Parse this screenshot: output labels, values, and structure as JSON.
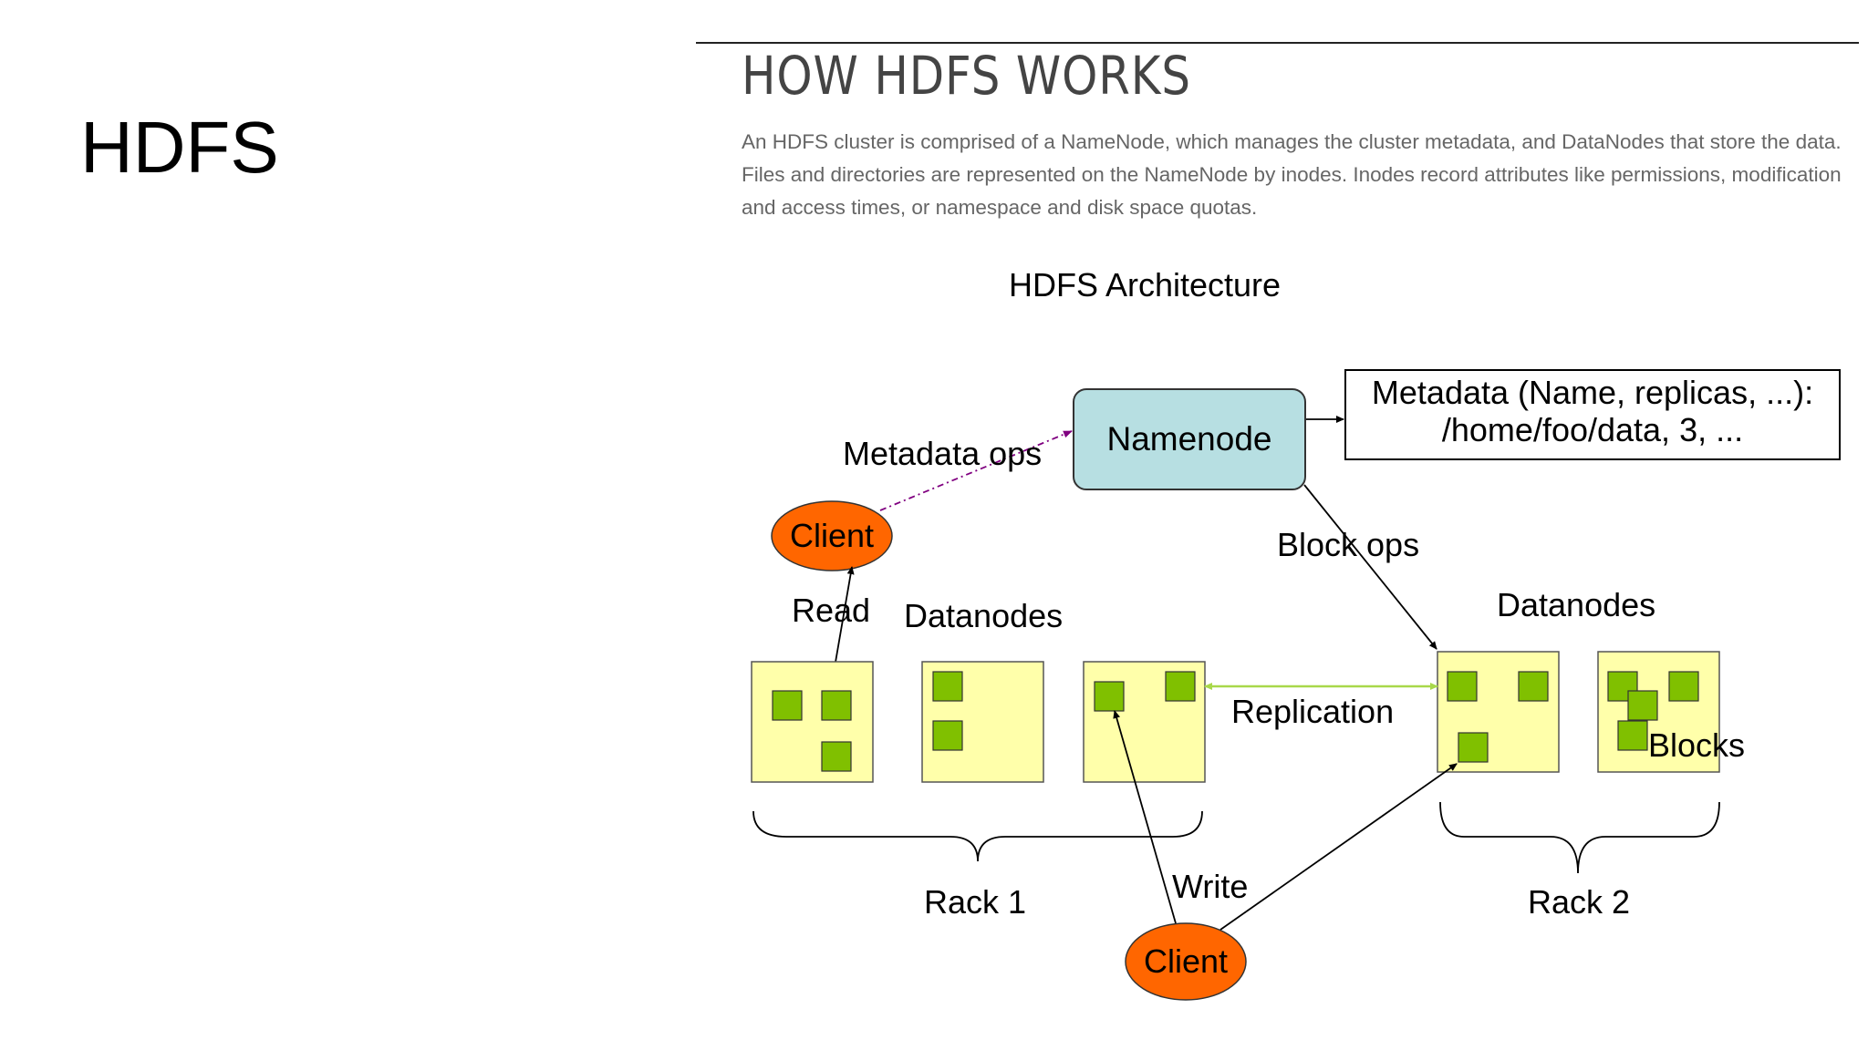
{
  "slide": {
    "title": "HDFS"
  },
  "section": {
    "heading": "HOW HDFS WORKS",
    "body": "An HDFS cluster is comprised of a NameNode, which manages the cluster metadata, and DataNodes that store the data. Files and directories are represented on the NameNode by inodes. Inodes record attributes like permissions, modification and access times, or namespace and disk space quotas."
  },
  "diagram": {
    "title": "HDFS Architecture",
    "namenode": "Namenode",
    "metadata_line1": "Metadata (Name, replicas, ...):",
    "metadata_line2": "/home/foo/data, 3, ...",
    "metadata_ops": "Metadata ops",
    "block_ops": "Block ops",
    "client_top": "Client",
    "client_bottom": "Client",
    "read": "Read",
    "write": "Write",
    "datanodes_left": "Datanodes",
    "datanodes_right": "Datanodes",
    "replication": "Replication",
    "blocks": "Blocks",
    "rack1": "Rack 1",
    "rack2": "Rack 2",
    "colors": {
      "namenode_fill": "#b7dfe2",
      "client_fill": "#ff6600",
      "datanode_fill": "#ffffaa",
      "block_fill": "#80c000",
      "replication_line": "#a8d84a",
      "metadata_ops_line": "#800080"
    }
  }
}
